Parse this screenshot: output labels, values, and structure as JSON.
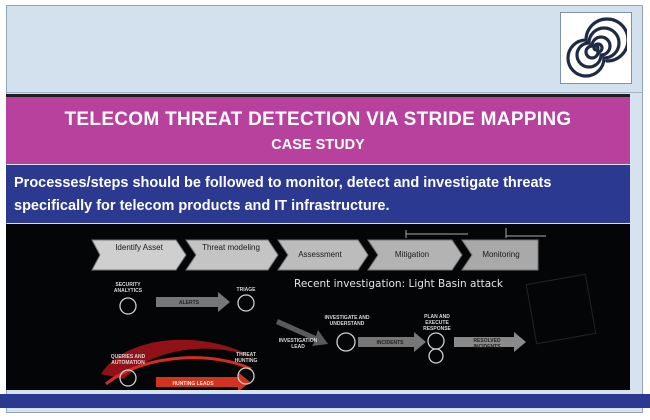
{
  "slide": {
    "logo_icon": "spiral-logo-icon",
    "title": "TELECOM THREAT DETECTION VIA STRIDE MAPPING",
    "subtitle": "CASE STUDY",
    "description": "Processes/steps should be followed to monitor, detect and investigate threats specifically for telecom products and IT infrastructure.",
    "colors": {
      "title_band": "#b8419e",
      "description_band": "#2b3990",
      "background": "#d6e3ef",
      "figure_bg": "#030507"
    }
  },
  "figure": {
    "steps": [
      "Identify Asset",
      "Threat modeling",
      "Assessment",
      "Mitigation",
      "Monitoring"
    ],
    "recent_investigation": "Recent investigation: Light Basin attack",
    "nodes": {
      "security_analytics": "SECURITY ANALYTICS",
      "alerts": "ALERTS",
      "triage": "TRIAGE",
      "queries": "QUERIES AND AUTOMATION",
      "threat_hunting": "THREAT HUNTING",
      "hunting_leads": "HUNTING LEADS",
      "investigate": "INVESTIGATE AND UNDERSTAND",
      "investigation_lead": "INVESTIGATION LEAD",
      "incidents": "INCIDENTS",
      "plan_execute": "PLAN AND EXECUTE RESPONSE",
      "resolved": "RESOLVED INCIDENTS"
    }
  }
}
